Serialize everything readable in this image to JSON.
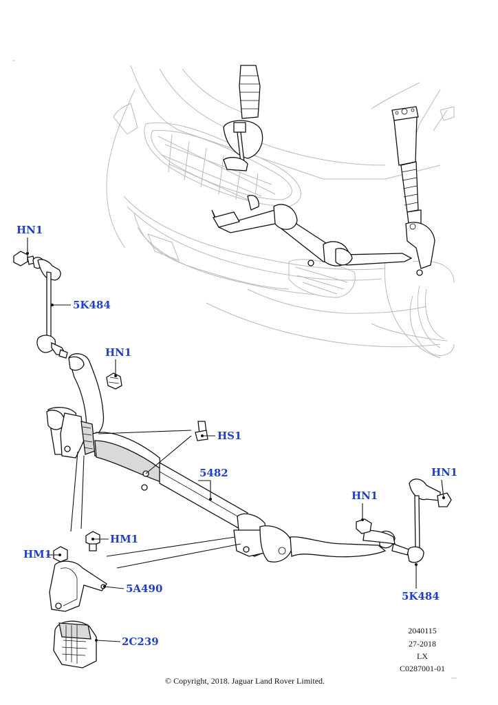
{
  "callouts": {
    "hn1_top_left": "HN1",
    "link_left": "5K484",
    "hn1_mid_left": "HN1",
    "hs1": "HS1",
    "bar": "5482",
    "hn1_right_a": "HN1",
    "hn1_right_b": "HN1",
    "hm1_right": "HM1",
    "hm1_left": "HM1",
    "clamp": "5A490",
    "link_right": "5K484",
    "bushing": "2C239"
  },
  "reference": {
    "line1": "2040115",
    "line2": "27-2018",
    "line3": "LX",
    "line4": "C0287001-01"
  },
  "copyright": "© Copyright, 2018. Jaguar Land Rover Limited.",
  "colors": {
    "callout": "#1f3fc9",
    "ghost": "#b9b9b9",
    "line": "#111111"
  }
}
